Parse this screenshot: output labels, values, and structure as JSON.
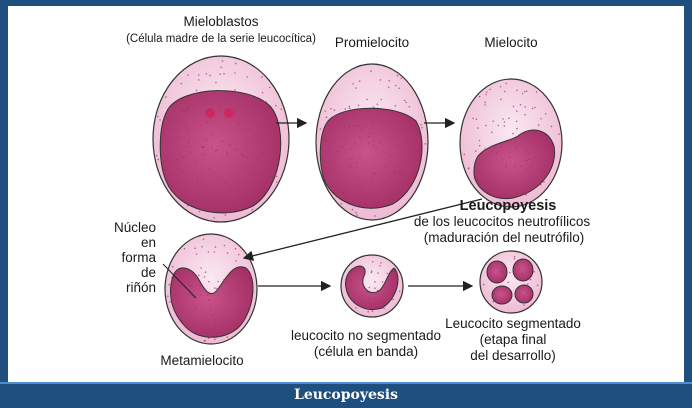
{
  "stages": {
    "myeloblast": {
      "title": "Mieloblastos",
      "subtitle": "(Célula madre de la serie leucocítica)"
    },
    "promyelocyte": {
      "title": "Promielocito"
    },
    "myelocyte": {
      "title": "Mielocito"
    },
    "metamyelocyte": {
      "title": "Metamielocito"
    },
    "band": {
      "line1": "leucocito no segmentado",
      "line2": "(célula en banda)"
    },
    "segmented": {
      "line1": "Leucocito segmentado",
      "line2": "(etapa final",
      "line3": "del desarrollo)"
    }
  },
  "nucleus_label": [
    "Núcleo",
    "en",
    "forma",
    "de",
    "riñón"
  ],
  "process": {
    "title": "Leucopoyesis",
    "line2": "de los leucocitos neutrofílicos",
    "line3": "(maduración del neutrófilo)"
  },
  "caption": "Leucopoyesis",
  "colors": {
    "frame": "#1f4f7f",
    "cytoplasm": "#f3cde0",
    "nucleus": "#b23a73",
    "granule": "#9b3566"
  }
}
